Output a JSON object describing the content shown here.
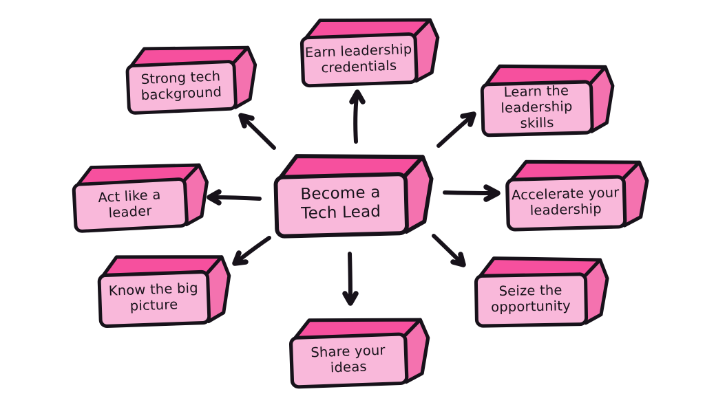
{
  "diagram": {
    "type": "mind-map",
    "title": "Become a Tech Lead",
    "center": {
      "id": "become-a-tech-lead",
      "label": "Become a\nTech Lead"
    },
    "nodes": [
      {
        "id": "strong-tech-background",
        "label": "Strong tech\nbackground",
        "position": "top-left"
      },
      {
        "id": "earn-leadership-credentials",
        "label": "Earn leadership\ncredentials",
        "position": "top"
      },
      {
        "id": "learn-the-leadership-skills",
        "label": "Learn the\nleadership skills",
        "position": "top-right"
      },
      {
        "id": "act-like-a-leader",
        "label": "Act like a\nleader",
        "position": "left"
      },
      {
        "id": "accelerate-your-leadership",
        "label": "Accelerate your\nleadership",
        "position": "right"
      },
      {
        "id": "know-the-big-picture",
        "label": "Know the big\npicture",
        "position": "bottom-left"
      },
      {
        "id": "share-your-ideas",
        "label": "Share your\nideas",
        "position": "bottom"
      },
      {
        "id": "seize-the-opportunity",
        "label": "Seize the\nopportunity",
        "position": "bottom-right"
      }
    ],
    "colors": {
      "background": "#ffffff",
      "box_face": "#f9b8da",
      "box_top": "#f6509e",
      "box_side": "#f472af",
      "outline": "#17121a",
      "arrow": "#17121a",
      "text": "#17121a"
    }
  }
}
